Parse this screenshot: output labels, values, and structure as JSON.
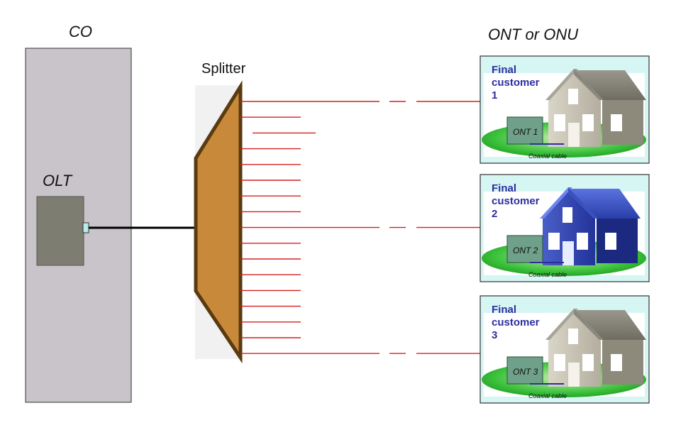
{
  "labels": {
    "co": "CO",
    "olt": "OLT",
    "splitter": "Splitter",
    "ont_or_onu": "ONT or ONU"
  },
  "customers": [
    {
      "line1": "Final",
      "line2": "customer",
      "line3": "1",
      "ont": "ONT 1",
      "cable": "Coaxial cable",
      "house_color": "beige"
    },
    {
      "line1": "Final",
      "line2": "customer",
      "line3": "2",
      "ont": "ONT 2",
      "cable": "Coaxial cable",
      "house_color": "blue"
    },
    {
      "line1": "Final",
      "line2": "customer",
      "line3": "3",
      "ont": "ONT 3",
      "cable": "Coaxial cable",
      "house_color": "beige"
    }
  ],
  "colors": {
    "co_fill": "#c8c4ca",
    "olt_fill": "#7d7d71",
    "splitter_fill": "#c88a3a",
    "fiber": "#d42020",
    "customer_text": "#2e2ea0"
  }
}
